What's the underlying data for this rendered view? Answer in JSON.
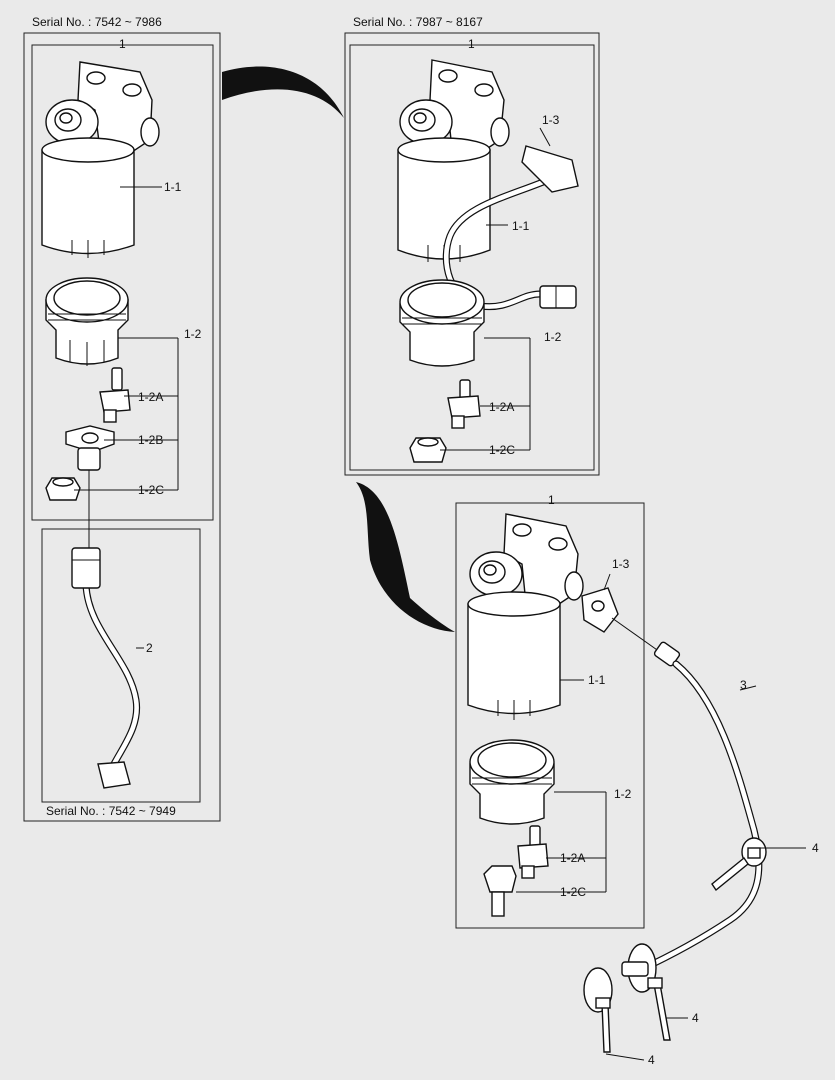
{
  "serials": {
    "top_left": "Serial No. : 7542 ~ 7986",
    "top_right": "Serial No. : 7987 ~ 8167",
    "bottom_left": "Serial No. : 7542 ~ 7949"
  },
  "labels": {
    "g1": {
      "p1": "1",
      "p1_1": "1-1",
      "p1_2": "1-2",
      "p1_2a": "1-2A",
      "p1_2b": "1-2B",
      "p1_2c": "1-2C"
    },
    "g2": {
      "p1": "1",
      "p1_1": "1-1",
      "p1_2": "1-2",
      "p1_2a": "1-2A",
      "p1_2c": "1-2C",
      "p1_3": "1-3"
    },
    "g3": {
      "p1": "1",
      "p1_1": "1-1",
      "p1_2": "1-2",
      "p1_2a": "1-2A",
      "p1_2c": "1-2C",
      "p1_3": "1-3"
    },
    "p2": "2",
    "p3": "3",
    "p4a": "4",
    "p4b": "4",
    "p4c": "4"
  }
}
